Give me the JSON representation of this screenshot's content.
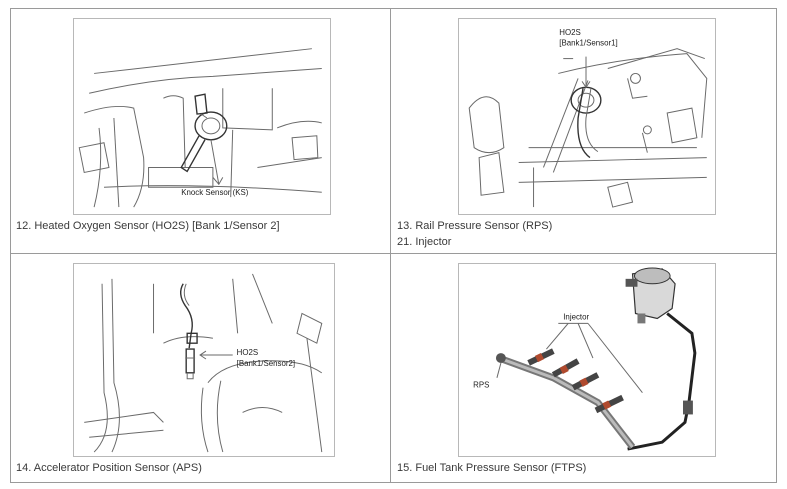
{
  "cells": [
    {
      "figure": {
        "label": "Knock Sensor (KS)"
      },
      "caption_lines": [
        "12. Heated Oxygen Sensor (HO2S) [Bank 1/Sensor 2]"
      ]
    },
    {
      "figure": {
        "label_line1": "HO2S",
        "label_line2": "[Bank1/Sensor1]"
      },
      "caption_lines": [
        "13. Rail Pressure Sensor (RPS)",
        "21. Injector"
      ]
    },
    {
      "figure": {
        "label_line1": "HO2S",
        "label_line2": "[Bank1/Sensor2]"
      },
      "caption_lines": [
        "14. Accelerator Position Sensor (APS)"
      ]
    },
    {
      "figure": {
        "label_injector": "Injector",
        "label_rps": "RPS"
      },
      "caption_lines": [
        "15. Fuel Tank Pressure Sensor (FTPS)"
      ]
    }
  ]
}
